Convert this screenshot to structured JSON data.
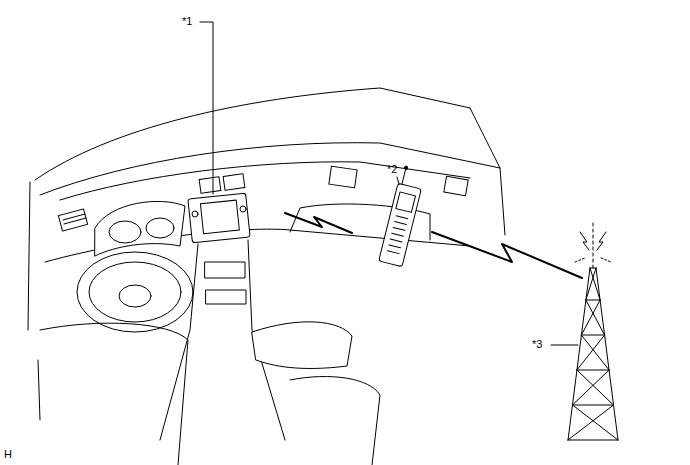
{
  "diagram": {
    "labels": [
      "*1",
      "*2",
      "*3",
      "H"
    ]
  }
}
